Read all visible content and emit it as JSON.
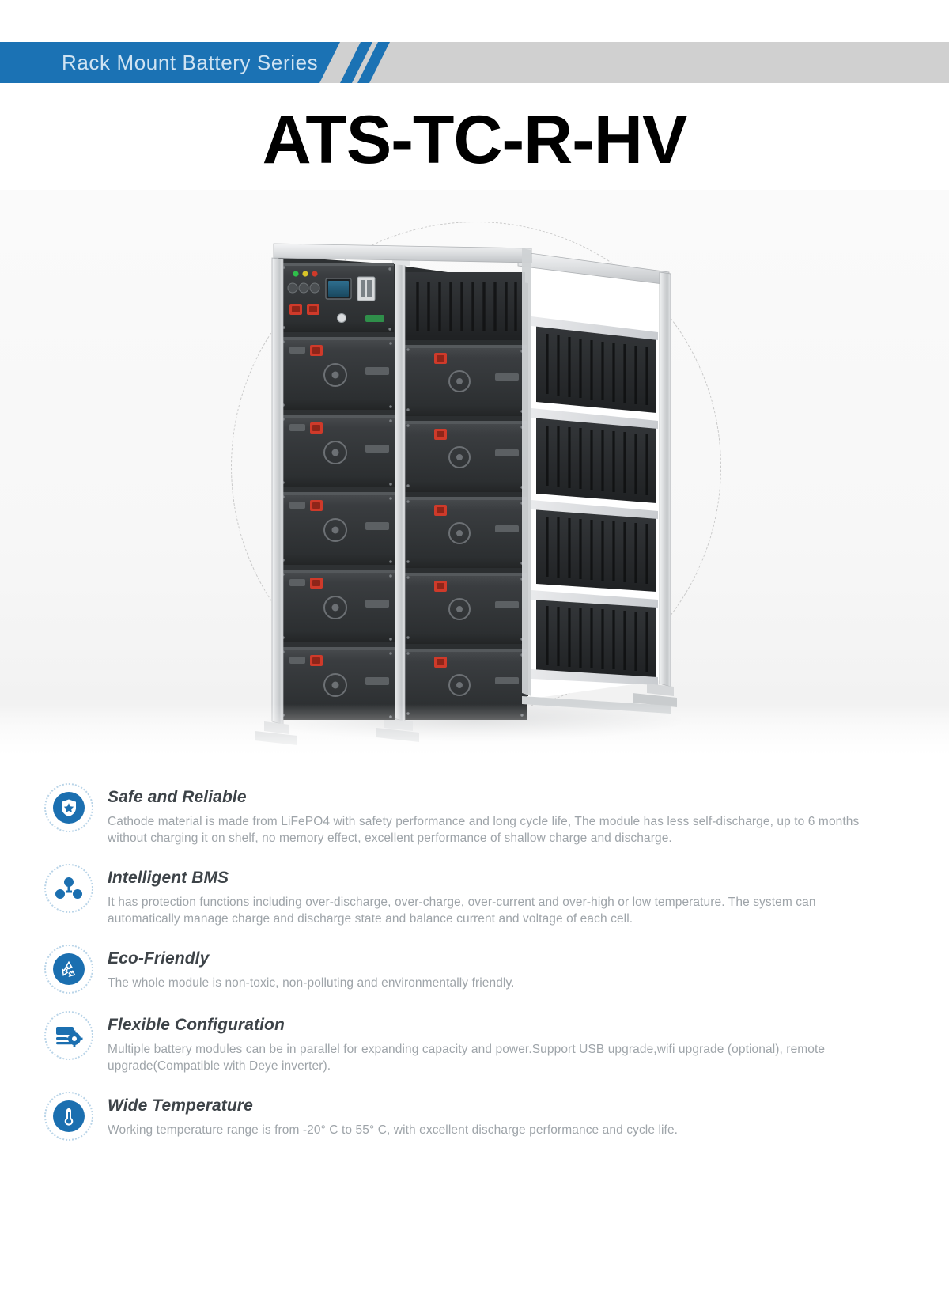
{
  "header": {
    "series_label": "Rack Mount Battery Series",
    "ribbon_color": "#1b72b4",
    "ribbon_trailing_color": "#d0d0d0"
  },
  "product": {
    "title": "ATS-TC-R-HV"
  },
  "hero": {
    "image_name": "rack-mount-battery-cabinet-photo",
    "accent_guide": "dashed-circle-backdrop"
  },
  "features": [
    {
      "icon": "shield-star-icon",
      "title": "Safe and Reliable",
      "description": "Cathode material is made from LiFePO4 with safety performance and long cycle life, The module has less self-discharge, up to 6 months without charging it on shelf, no memory effect, excellent performance of shallow charge and discharge."
    },
    {
      "icon": "bms-nodes-icon",
      "title": "Intelligent BMS",
      "description": "It has protection functions including over-discharge, over-charge, over-current and over-high or low temperature. The system can automatically manage charge and discharge state and balance current and voltage of each cell."
    },
    {
      "icon": "recycle-icon",
      "title": "Eco-Friendly",
      "description": "The whole module is non-toxic, non-polluting and environmentally friendly."
    },
    {
      "icon": "settings-sliders-gear-icon",
      "title": "Flexible Configuration",
      "description": "Multiple battery modules can be in parallel for expanding capacity and power.Support USB upgrade,wifi upgrade (optional), remote upgrade(Compatible with Deye inverter)."
    },
    {
      "icon": "thermometer-icon",
      "title": "Wide Temperature",
      "description": "Working temperature range is from -20° C to 55° C, with excellent discharge performance and cycle life."
    }
  ],
  "colors": {
    "brand_blue": "#1b72b4",
    "icon_blue": "#1b6fb0",
    "icon_ring": "#b9d4e8",
    "title_text": "#3d4348",
    "body_text": "#9ea4a9",
    "page_bg": "#ffffff"
  }
}
